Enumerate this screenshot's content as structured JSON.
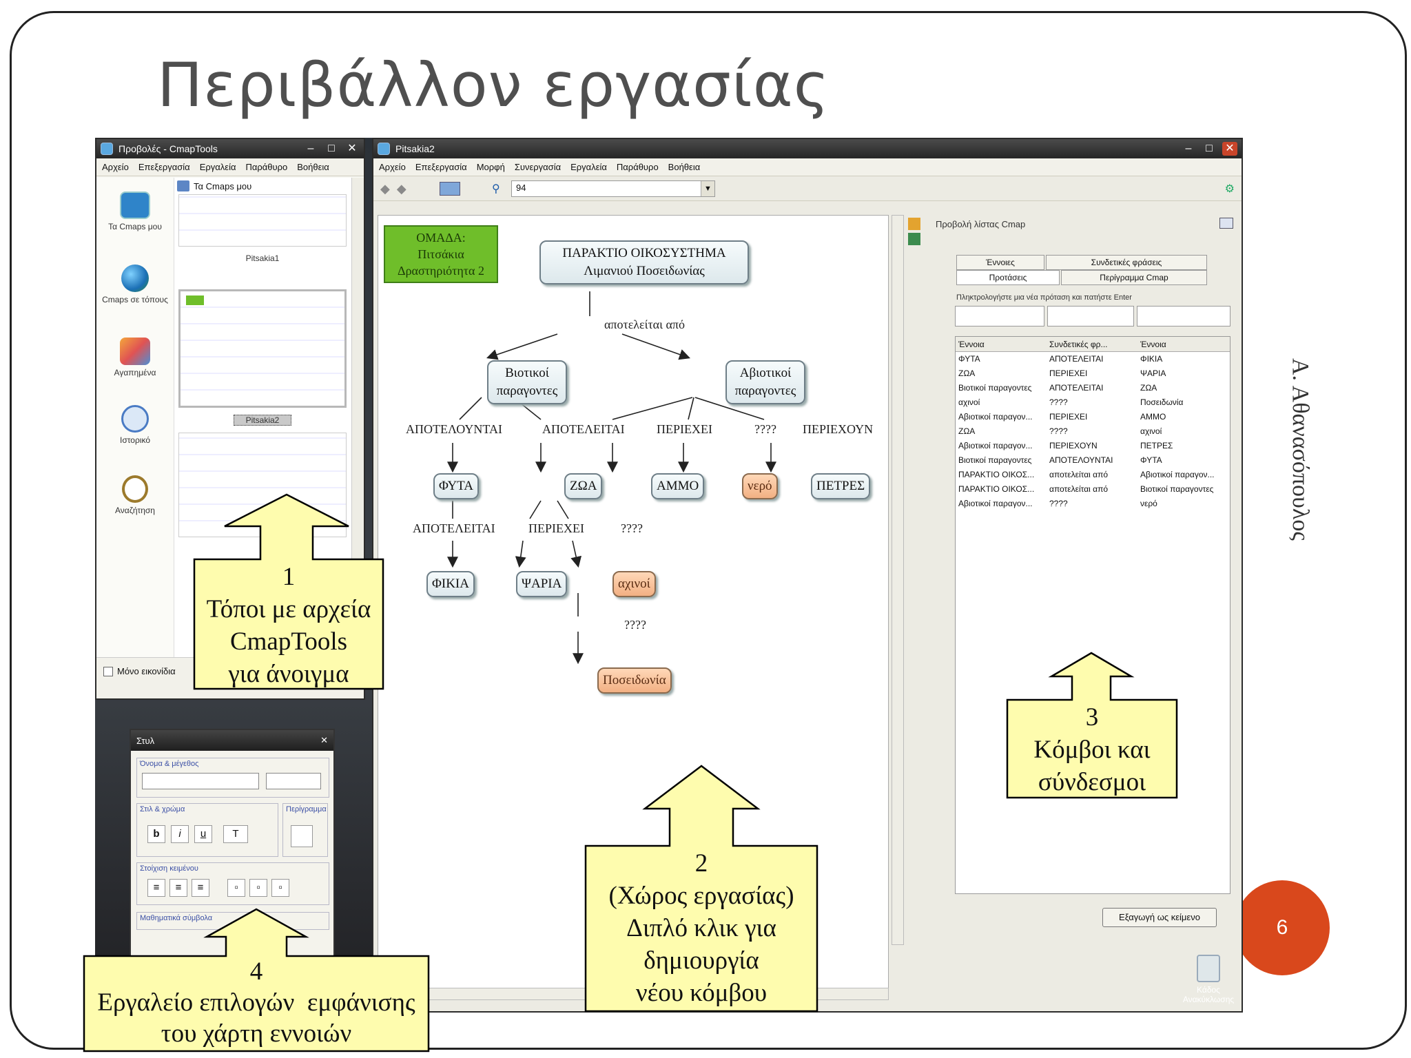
{
  "slide": {
    "title": "Περιβάλλον εργασίας",
    "author": "Α. Αθανασόπουλος",
    "page_number": "6"
  },
  "views_window": {
    "title": "Προβολές - CmapTools",
    "menu": [
      "Αρχείο",
      "Επεξεργασία",
      "Εργαλεία",
      "Παράθυρο",
      "Βοήθεια"
    ],
    "my_cmaps": "Τα Cmaps μου",
    "places": [
      {
        "label": "Τα Cmaps μου",
        "icon": "computer-icon"
      },
      {
        "label": "Cmaps σε τόπους",
        "icon": "globe-icon"
      },
      {
        "label": "Αγαπημένα",
        "icon": "favorites-icon"
      },
      {
        "label": "Ιστορικό",
        "icon": "history-icon"
      },
      {
        "label": "Αναζήτηση",
        "icon": "search-icon"
      }
    ],
    "maps": [
      "Pitsakia1",
      "Pitsakia2"
    ],
    "icons_only": "Μόνο εικονίδια"
  },
  "style_palette": {
    "title": "Στυλ",
    "font_group": "Όνομα & μέγεθος",
    "style_group": "Στιλ & χρώμα",
    "border_group": "Περίγραμμα",
    "align_group": "Στοίχιση κειμένου",
    "bold": "b",
    "italic": "i",
    "underline": "u",
    "math": "Μαθηματικά σύμβολα"
  },
  "map_window": {
    "title": "Pitsakia2",
    "menu": [
      "Αρχείο",
      "Επεξεργασία",
      "Μορφή",
      "Συνεργασία",
      "Εργαλεία",
      "Παράθυρο",
      "Βοήθεια"
    ],
    "zoom": "94"
  },
  "concept_map": {
    "group_box": [
      "ΟΜΑΔΑ:",
      "Πιτσάκια",
      "Δραστηριότητα 2"
    ],
    "root": [
      "ΠΑΡΑΚΤΙΟ ΟΙΚΟΣΥΣΤΗΜΑ",
      "Λιμανιού Ποσειδωνίας"
    ],
    "root_link": "αποτελείται από",
    "biotic": [
      "Βιοτικοί",
      "παραγοντες"
    ],
    "abiotic": [
      "Αβιοτικοί",
      "παραγοντες"
    ],
    "link_consist": "ΑΠΟΤΕΛΟΥΝΤΑΙ",
    "link_consists": "ΑΠΟΤΕΛΕΙΤΑΙ",
    "link_contains": "ΠΕΡΙΕΧΕΙ",
    "link_unknown": "????",
    "link_contain": "ΠΕΡΙΕΧΟΥΝ",
    "link_consists2": "ΑΠΟΤΕΛΕΙΤΑΙ",
    "link_contains2": "ΠΕΡΙΕΧΕΙ",
    "link_unknown2": "????",
    "link_unknown3": "????",
    "plants": "ΦΥΤΑ",
    "animals": "ΖΩΑ",
    "sand": "ΑΜΜΟ",
    "water": "νερό",
    "stones": "ΠΕΤΡΕΣ",
    "fikia": "ΦΙΚΙΑ",
    "fish": "ΨΑΡΙΑ",
    "urchins": "αχινοί",
    "posidonia": "Ποσειδωνία"
  },
  "list_panel": {
    "title": "Προβολή λίστας Cmap",
    "tabs": [
      "Έννοιες",
      "Συνδετικές φράσεις",
      "Προτάσεις",
      "Περίγραμμα Cmap"
    ],
    "hint": "Πληκτρολογήστε μια νέα πρόταση και πατήστε Enter",
    "columns": [
      "Έννοια",
      "Συνδετικές φρ...",
      "Έννοια"
    ],
    "rows": [
      [
        "ΦΥΤΑ",
        "ΑΠΟΤΕΛΕΙΤΑΙ",
        "ΦΙΚΙΑ"
      ],
      [
        "ΖΩΑ",
        "ΠΕΡΙΕΧΕΙ",
        "ΨΑΡΙΑ"
      ],
      [
        "Βιοτικοί παραγοντες",
        "ΑΠΟΤΕΛΕΙΤΑΙ",
        "ΖΩΑ"
      ],
      [
        "αχινοί",
        "????",
        "Ποσειδωνία"
      ],
      [
        "Αβιοτικοί παραγον...",
        "ΠΕΡΙΕΧΕΙ",
        "ΑΜΜΟ"
      ],
      [
        "ΖΩΑ",
        "????",
        "αχινοί"
      ],
      [
        "Αβιοτικοί παραγον...",
        "ΠΕΡΙΕΧΟΥΝ",
        "ΠΕΤΡΕΣ"
      ],
      [
        "Βιοτικοί παραγοντες",
        "ΑΠΟΤΕΛΟΥΝΤΑΙ",
        "ΦΥΤΑ"
      ],
      [
        "ΠΑΡΑΚΤΙΟ ΟΙΚΟΣ...",
        "αποτελείται από",
        "Αβιοτικοί παραγον..."
      ],
      [
        "ΠΑΡΑΚΤΙΟ ΟΙΚΟΣ...",
        "αποτελείται από",
        "Βιοτικοί παραγοντες"
      ],
      [
        "Αβιοτικοί παραγον...",
        "????",
        "νερό"
      ]
    ],
    "export_button": "Εξαγωγή ως κείμενο"
  },
  "desktop": {
    "recycle_bin": "Κάδος Ανακύκλωσης"
  },
  "callouts": {
    "c1": [
      "1",
      "Τόποι με αρχεία",
      "CmapTools",
      "για άνοιγμα"
    ],
    "c2": [
      "2",
      "(Χώρος εργασίας)",
      "Διπλό κλικ για",
      "δημιουργία",
      "νέου κόμβου"
    ],
    "c3": [
      "3",
      "Κόμβοι και",
      "σύνδεσμοι"
    ],
    "c4": [
      "4",
      "Εργαλείο επιλογών  εμφάνισης",
      "του χάρτη εννοιών"
    ],
    "fill": "#fefcae",
    "stroke": "#000000"
  },
  "colors": {
    "orange_node": "#f2b083",
    "group_green": "#6fbe2a",
    "page_badge": "#d9481c"
  }
}
